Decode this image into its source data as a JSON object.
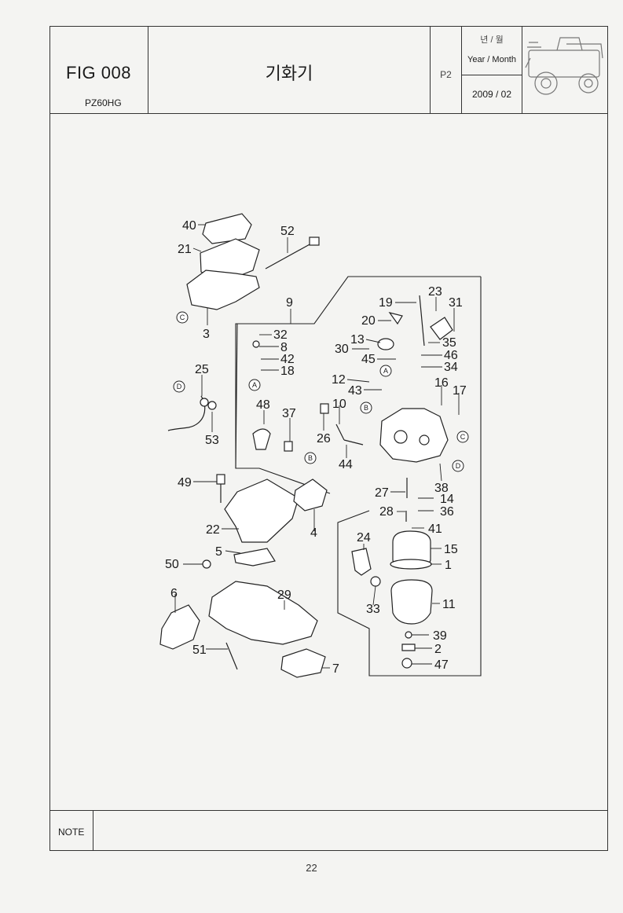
{
  "header": {
    "fig_label": "FIG 008",
    "model": "PZ60HG",
    "title": "기화기",
    "page_code": "P2",
    "date_label_kr": "년 / 월",
    "date_label_en": "Year / Month",
    "date_value": "2009 / 02",
    "thumbnail_icon": "tractor-thumbnail-icon"
  },
  "diagram": {
    "parts": [
      "40",
      "21",
      "52",
      "3",
      "9",
      "23",
      "19",
      "31",
      "20",
      "35",
      "13",
      "30",
      "46",
      "45",
      "34",
      "32",
      "8",
      "42",
      "18",
      "25",
      "12",
      "43",
      "16",
      "17",
      "48",
      "37",
      "10",
      "26",
      "53",
      "44",
      "38",
      "49",
      "27",
      "14",
      "22",
      "36",
      "4",
      "28",
      "41",
      "24",
      "15",
      "5",
      "50",
      "1",
      "6",
      "29",
      "33",
      "11",
      "39",
      "51",
      "2",
      "47",
      "7"
    ],
    "callouts": [
      "C",
      "A",
      "D",
      "A",
      "B",
      "B",
      "C",
      "D"
    ]
  },
  "note": {
    "label": "NOTE"
  },
  "page_number": "22"
}
